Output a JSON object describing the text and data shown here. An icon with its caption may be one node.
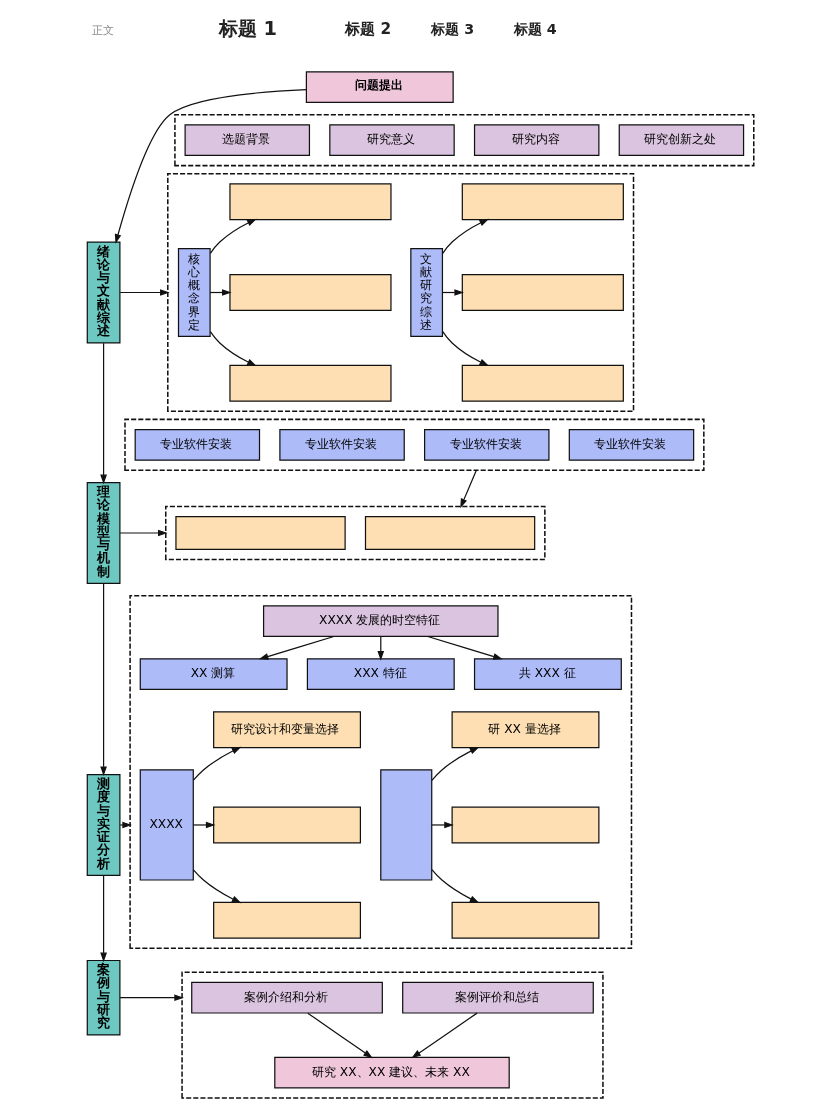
{
  "diagram": {
    "nodes": [
      {
        "text": [
          "问题提出"
        ]
      },
      {
        "text": [
          "绪论与文献综述"
        ]
      },
      {
        "text": [],
        "shape": "box"
      },
      {
        "text": [
          "选题背景"
        ],
        "in": 2
      },
      {
        "text": [
          "研究意义"
        ],
        "in": 2
      },
      {
        "text": [
          "研究内容"
        ],
        "in": 2
      },
      {
        "text": [
          "研究创新之处"
        ],
        "in": 2
      },
      {
        "text": [],
        "shape": "box"
      },
      {
        "text": [
          "核心概念界定"
        ],
        "in": 7
      },
      {
        "text": [],
        "shape": "box",
        "in": 7
      },
      {
        "text": [],
        "shape": "box",
        "in": 7
      },
      {
        "text": [],
        "shape": "box",
        "in": 7
      },
      {
        "text": [
          "文献研究综述"
        ],
        "in": 7
      },
      {
        "text": [],
        "shape": "box",
        "in": 7
      },
      {
        "text": [],
        "shape": "box",
        "in": 7
      },
      {
        "text": [],
        "shape": "box",
        "in": 7
      },
      {
        "text": [
          "理论模型与机制"
        ]
      },
      {
        "text": [],
        "shape": "box"
      },
      {
        "text": [
          "专业软件安装"
        ],
        "in": 17
      },
      {
        "text": [
          "专业软件安装"
        ],
        "in": 17
      },
      {
        "text": [
          "专业软件安装"
        ],
        "in": 17
      },
      {
        "text": [
          "专业软件安装"
        ],
        "in": 17
      },
      {
        "text": [],
        "shape": "box"
      },
      {
        "text": [],
        "shape": "box",
        "in": 22
      },
      {
        "text": [],
        "shape": "box",
        "in": 22
      },
      {
        "text": [
          "测度与实证分析"
        ]
      },
      {
        "text": [],
        "shape": "box"
      },
      {
        "text": [
          "XXXX 发展的时空特征"
        ],
        "in": 26
      },
      {
        "text": [
          "XX 测算"
        ],
        "in": 26
      },
      {
        "text": [
          "XXX 特征"
        ],
        "in": 26
      },
      {
        "text": [
          "共 XXX 征"
        ],
        "in": 26
      },
      {
        "text": [
          "XXXX"
        ],
        "in": 26
      },
      {
        "text": [
          "研究设计和变量选择"
        ],
        "in": 26
      },
      {
        "text": [],
        "shape": "box",
        "in": 26
      },
      {
        "text": [],
        "shape": "box",
        "in": 26
      },
      {
        "text": [],
        "shape": "box",
        "in": 26
      },
      {
        "text": [
          "研 XX 量选择"
        ],
        "in": 26
      },
      {
        "text": [],
        "shape": "box",
        "in": 26
      },
      {
        "text": [],
        "shape": "box",
        "in": 26
      },
      {
        "text": [
          "案例与研究"
        ]
      },
      {
        "text": [],
        "shape": "box"
      },
      {
        "text": [
          "案例介绍和分析"
        ],
        "in": 40
      },
      {
        "text": [
          "案例评价和总结"
        ],
        "in": 40
      },
      {
        "text": [
          "研究 XX、XX 建议、未来 XX"
        ],
        "in": 40
      }
    ],
    "edges": [
      {
        "from": 0,
        "to": 1,
        "arrow": "to"
      },
      {
        "from": 1,
        "to": 16,
        "arrow": "to"
      },
      {
        "from": 16,
        "to": 25,
        "arrow": "to"
      },
      {
        "from": 25,
        "to": 39,
        "arrow": "to"
      },
      {
        "from": 1,
        "to": 7,
        "arrow": "to"
      },
      {
        "from": 8,
        "to": 9,
        "arrow": "to"
      },
      {
        "from": 8,
        "to": 10,
        "arrow": "to"
      },
      {
        "from": 8,
        "to": 11,
        "arrow": "to"
      },
      {
        "from": 12,
        "to": 13,
        "arrow": "to"
      },
      {
        "from": 12,
        "to": 14,
        "arrow": "to"
      },
      {
        "from": 12,
        "to": 15,
        "arrow": "to"
      },
      {
        "from": 16,
        "to": 22,
        "arrow": "to"
      },
      {
        "from": 17,
        "to": 22,
        "arrow": "to"
      },
      {
        "from": 25,
        "to": 26,
        "arrow": "to"
      },
      {
        "from": 27,
        "to": 28,
        "arrow": "to"
      },
      {
        "from": 27,
        "to": 29,
        "arrow": "to"
      },
      {
        "from": 27,
        "to": 30,
        "arrow": "to"
      },
      {
        "from": 31,
        "to": 32,
        "arrow": "to"
      },
      {
        "from": 31,
        "to": 33,
        "arrow": "to"
      },
      {
        "from": 31,
        "to": 34,
        "arrow": "to"
      },
      {
        "from": 35,
        "to": 36,
        "arrow": "to"
      },
      {
        "from": 35,
        "to": 37,
        "arrow": "to"
      },
      {
        "from": 35,
        "to": 38,
        "arrow": "to"
      },
      {
        "from": 39,
        "to": 40,
        "arrow": "to"
      },
      {
        "from": 41,
        "to": 43,
        "arrow": "to"
      },
      {
        "from": 42,
        "to": 43,
        "arrow": "to"
      }
    ],
    "labels": [
      "正文",
      "标题 1",
      "标题 2",
      "标题 3",
      "标题 4"
    ]
  }
}
